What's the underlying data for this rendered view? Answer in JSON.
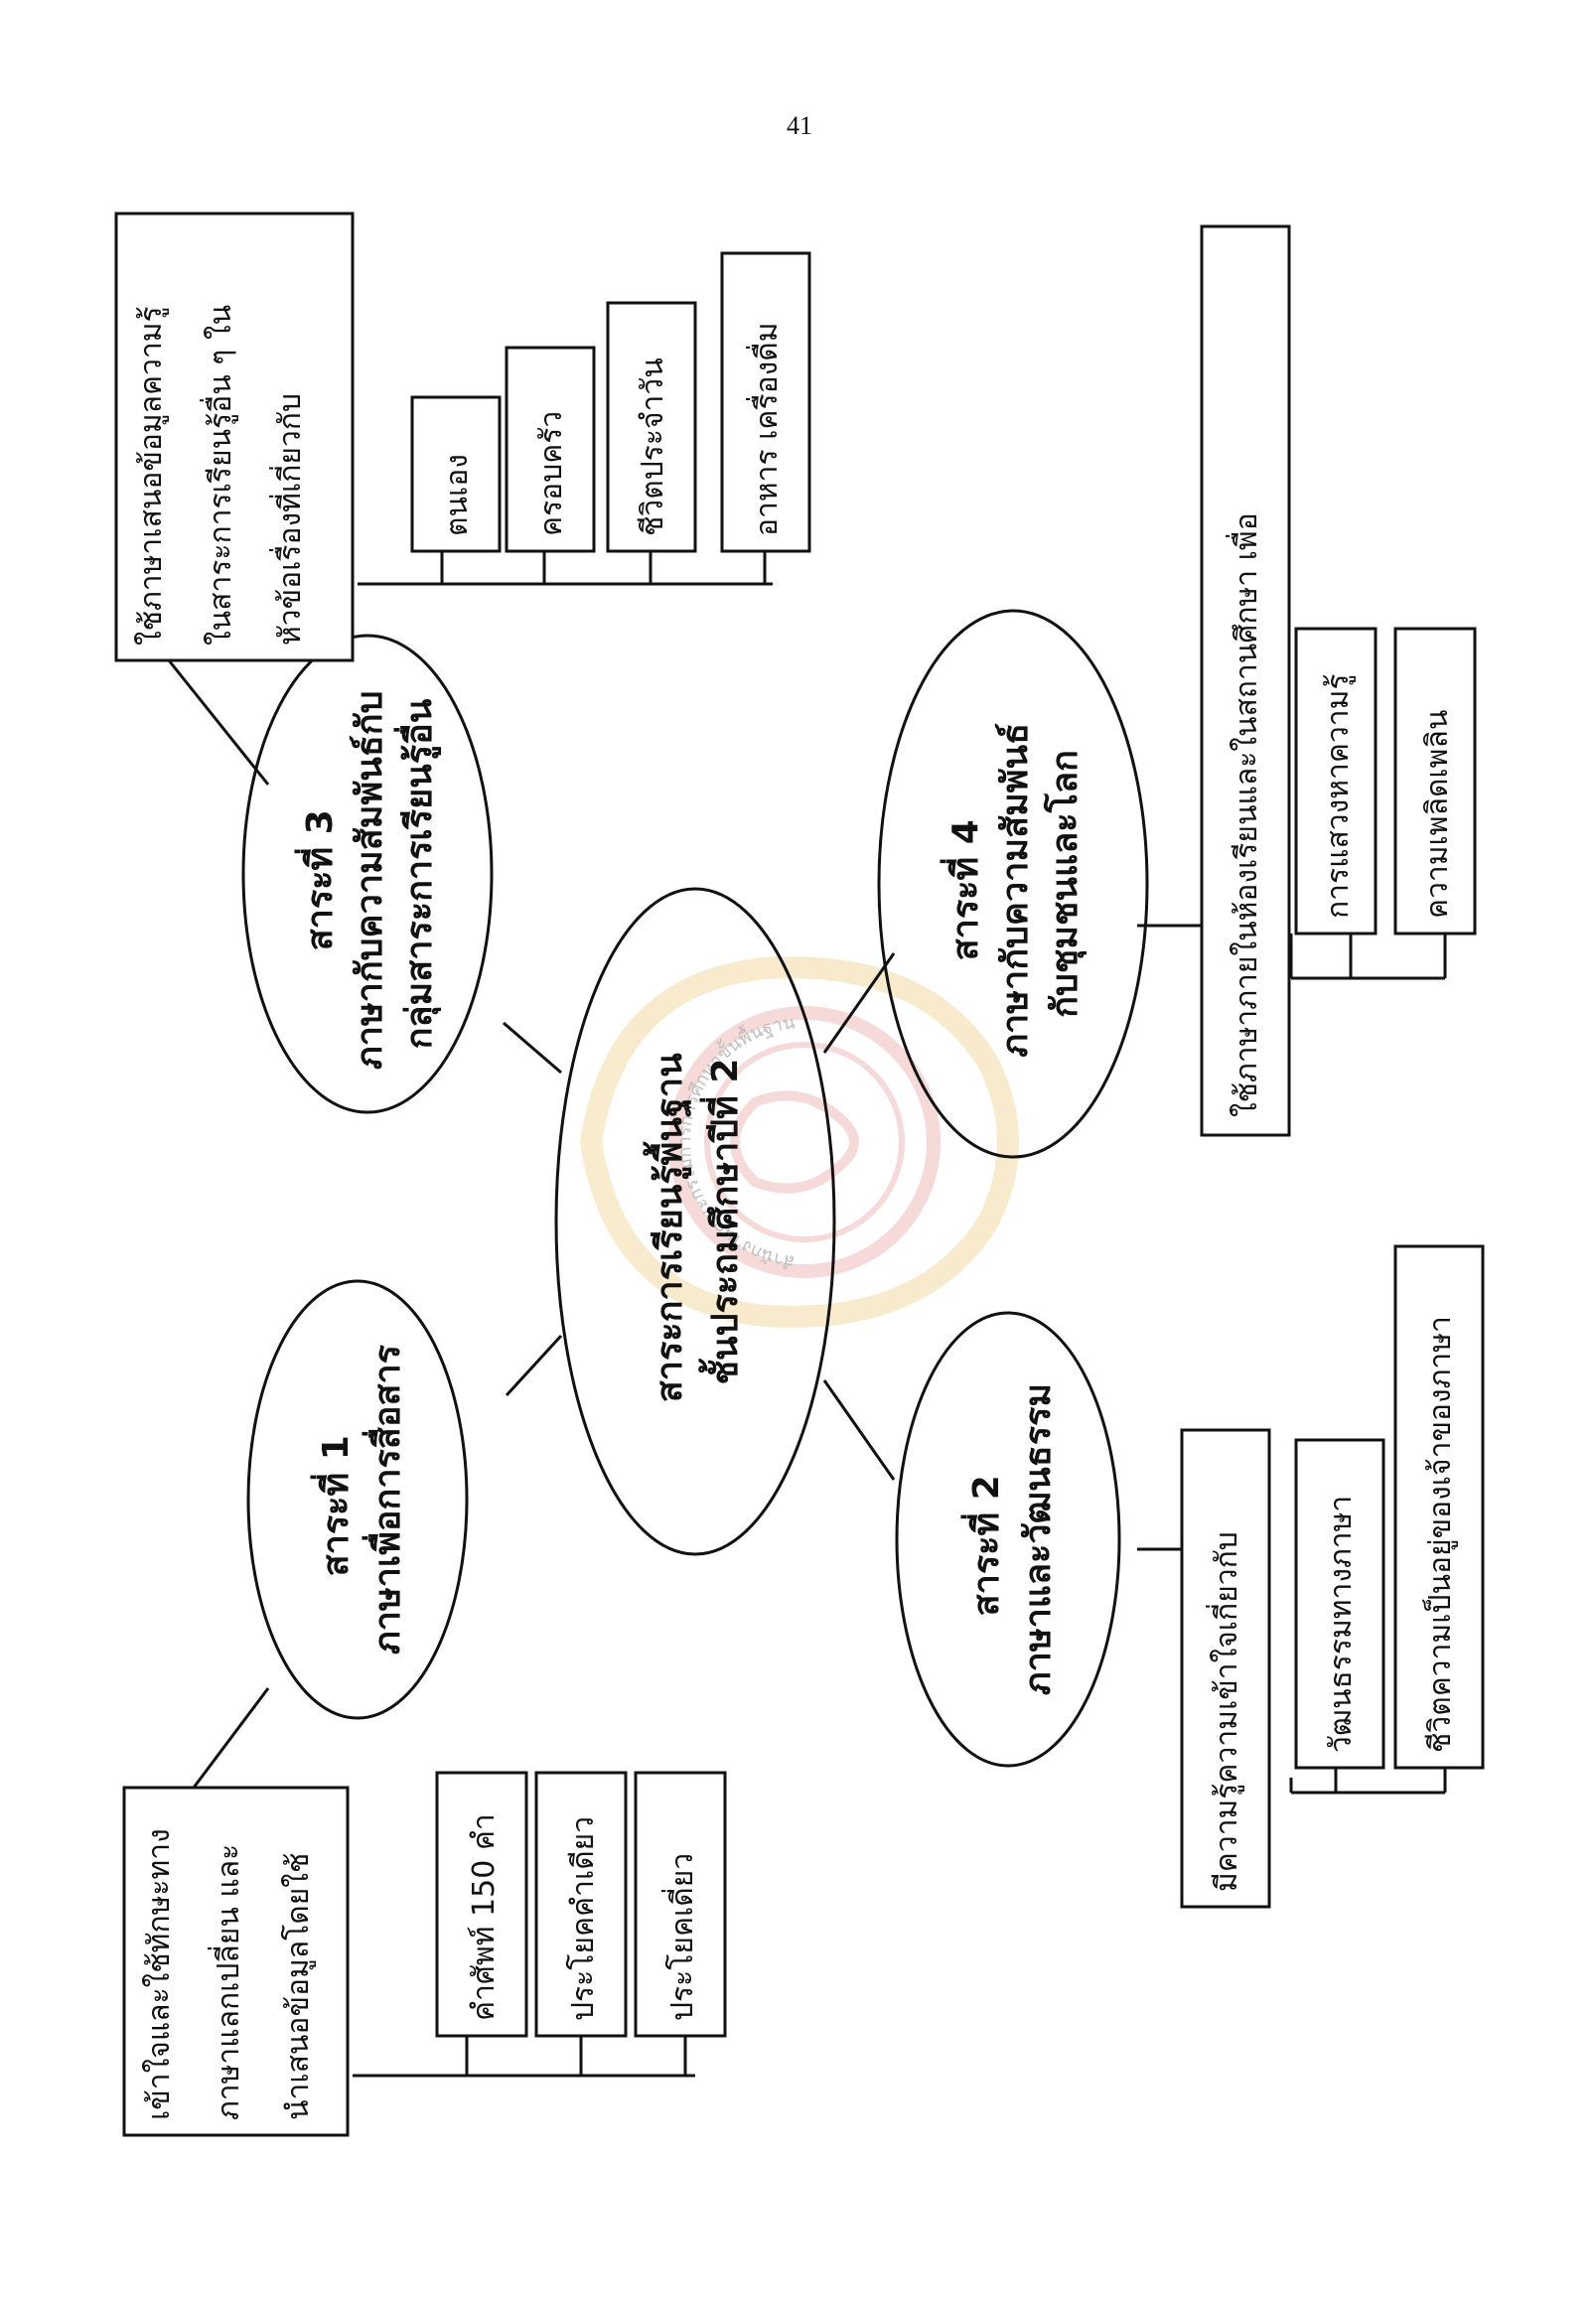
{
  "page_number": "41",
  "center": {
    "lines": [
      "สาระการเรียนรู้พื้นฐาน",
      "ชั้นประถมศึกษาปีที่ 2"
    ]
  },
  "strands": {
    "s1": {
      "lines": [
        "สาระที่ 1",
        "ภาษาเพื่อการสื่อสาร"
      ],
      "main_box": [
        "เข้าใจและใช้ทักษะทาง",
        "ภาษาแลกเปลี่ยน และ",
        "นำเสนอข้อมูลโดยใช้"
      ],
      "sub_boxes": [
        "คำศัพท์ 150 คำ",
        "ประโยคคำเดียว",
        "ประโยคเดี่ยว"
      ]
    },
    "s2": {
      "lines": [
        "สาระที่ 2",
        "ภาษาและวัฒนธรรม"
      ],
      "main_box": [
        "มีความรู้ความเข้าใจเกี่ยวกับ"
      ],
      "sub_boxes": [
        "วัฒนธรรมทางภาษา",
        "ชีวิตความเป็นอยู่ของเจ้าของภาษา"
      ]
    },
    "s3": {
      "lines": [
        "สาระที่ 3",
        "ภาษากับความสัมพันธ์กับ",
        "กลุ่มสาระการเรียนรู้อื่น"
      ],
      "main_box": [
        "ใช้ภาษาเสนอข้อมูลความรู้",
        "ในสาระการเรียนรู้อื่น ๆ ใน",
        "หัวข้อเรื่องที่เกี่ยวกับ"
      ],
      "sub_boxes": [
        "ตนเอง",
        "ครอบครัว",
        "ชีวิตประจำวัน",
        "อาหาร เครื่องดื่ม"
      ]
    },
    "s4": {
      "lines": [
        "สาระที่ 4",
        "ภาษากับความสัมพันธ์",
        "กับชุมชนและโลก"
      ],
      "main_box": [
        "ใช้ภาษาภายในห้องเรียนและในสถานศึกษา เพื่อ"
      ],
      "sub_boxes": [
        "การแสวงหาความรู้",
        "ความเพลิดเพลิน"
      ]
    }
  },
  "watermark": {
    "ring_text": "สำนักงานคณะกรรมการการศึกษาขั้นพื้นฐาน",
    "colors": [
      "#e07a7a",
      "#e8b64a"
    ]
  }
}
